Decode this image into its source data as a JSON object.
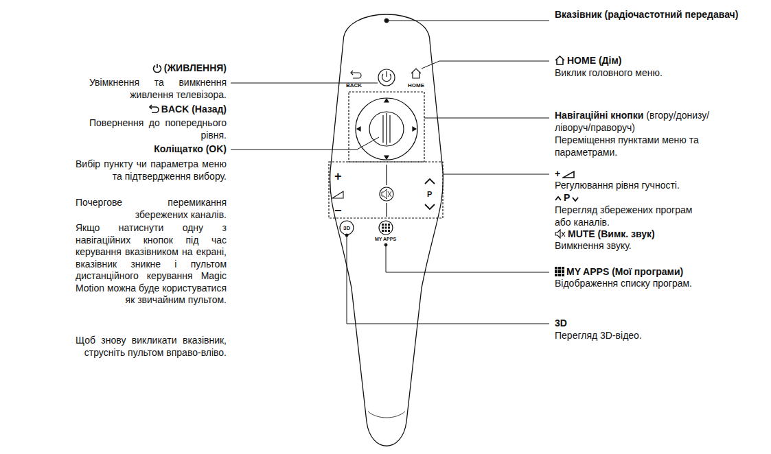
{
  "diagram": {
    "labels": [
      "(ЖИВЛЕННЯ)",
      "Увімкнення та вимкнення живлення телевізора.",
      "BACK (Назад)",
      "Повернення до попереднього рівня.",
      "Коліщатко (OK)",
      "Вибір пункту чи параметра меню та підтвердження вибору.",
      "Почергове перемикання збережених каналів.",
      "Якщо натиснути одну з навігаційних кнопок під час керування вказівником на екрані, вказівник зникне і пультом дистанційного керування Magic Motion можна буде користуватися як звичайним пультом.",
      "Щоб знову викликати вказівник, струсніть пультом вправо-вліво.",
      "BACK",
      "HOME",
      "+",
      "−",
      "P",
      "3D",
      "MY APPS",
      "Вказівник (радіочастотний передавач)",
      "HOME (Дім)",
      "Виклик головного меню.",
      "Навігаційні кнопки",
      "(вгору/донизу/ліворуч/праворуч)",
      "Переміщення пунктами меню та параметрами.",
      "+",
      "Регулювання рівня гучності.",
      "P",
      "Перегляд збережених програм або каналів.",
      "MUTE (Вимк. звук)",
      "Вимкнення звуку.",
      "MY APPS (Мої програми)",
      "Відображення списку програм.",
      "3D",
      "Перегляд 3D-відео."
    ]
  }
}
